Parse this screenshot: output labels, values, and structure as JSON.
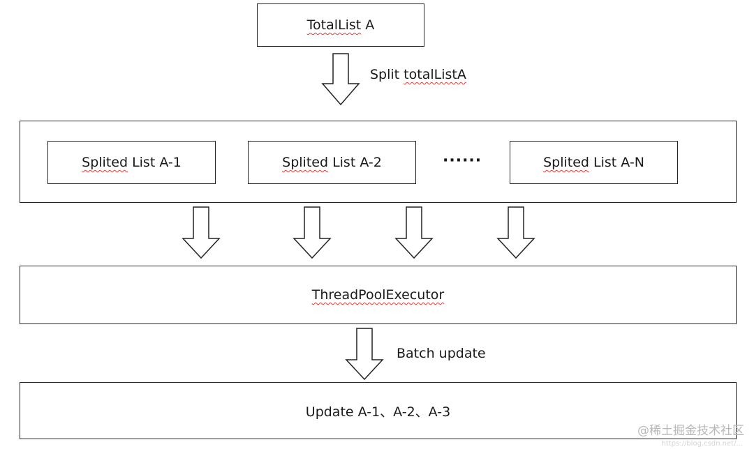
{
  "diagram": {
    "top_box": {
      "text_squiggle": "TotalList",
      "text_rest": " A"
    },
    "split_label": {
      "text_plain": "Split ",
      "text_squiggle": "totalListA"
    },
    "container": {
      "items": [
        {
          "text_squiggle": "Splited",
          "text_rest": " List A-1"
        },
        {
          "text_squiggle": "Splited",
          "text_rest": " List A-2"
        },
        {
          "text_squiggle": "Splited",
          "text_rest": " List A-N"
        }
      ],
      "ellipsis": "······"
    },
    "executor_box": {
      "text_squiggle": "ThreadPoolExecutor"
    },
    "batch_label": {
      "text": "Batch update"
    },
    "update_box": {
      "text": "Update A-1、A-2、A-3"
    }
  },
  "watermark": {
    "text": "@稀土掘金技术社区",
    "url": "https://blog.csdn.net/..."
  },
  "colors": {
    "stroke": "#222222",
    "squiggle": "#e53935",
    "watermark": "#b8b8b8"
  }
}
